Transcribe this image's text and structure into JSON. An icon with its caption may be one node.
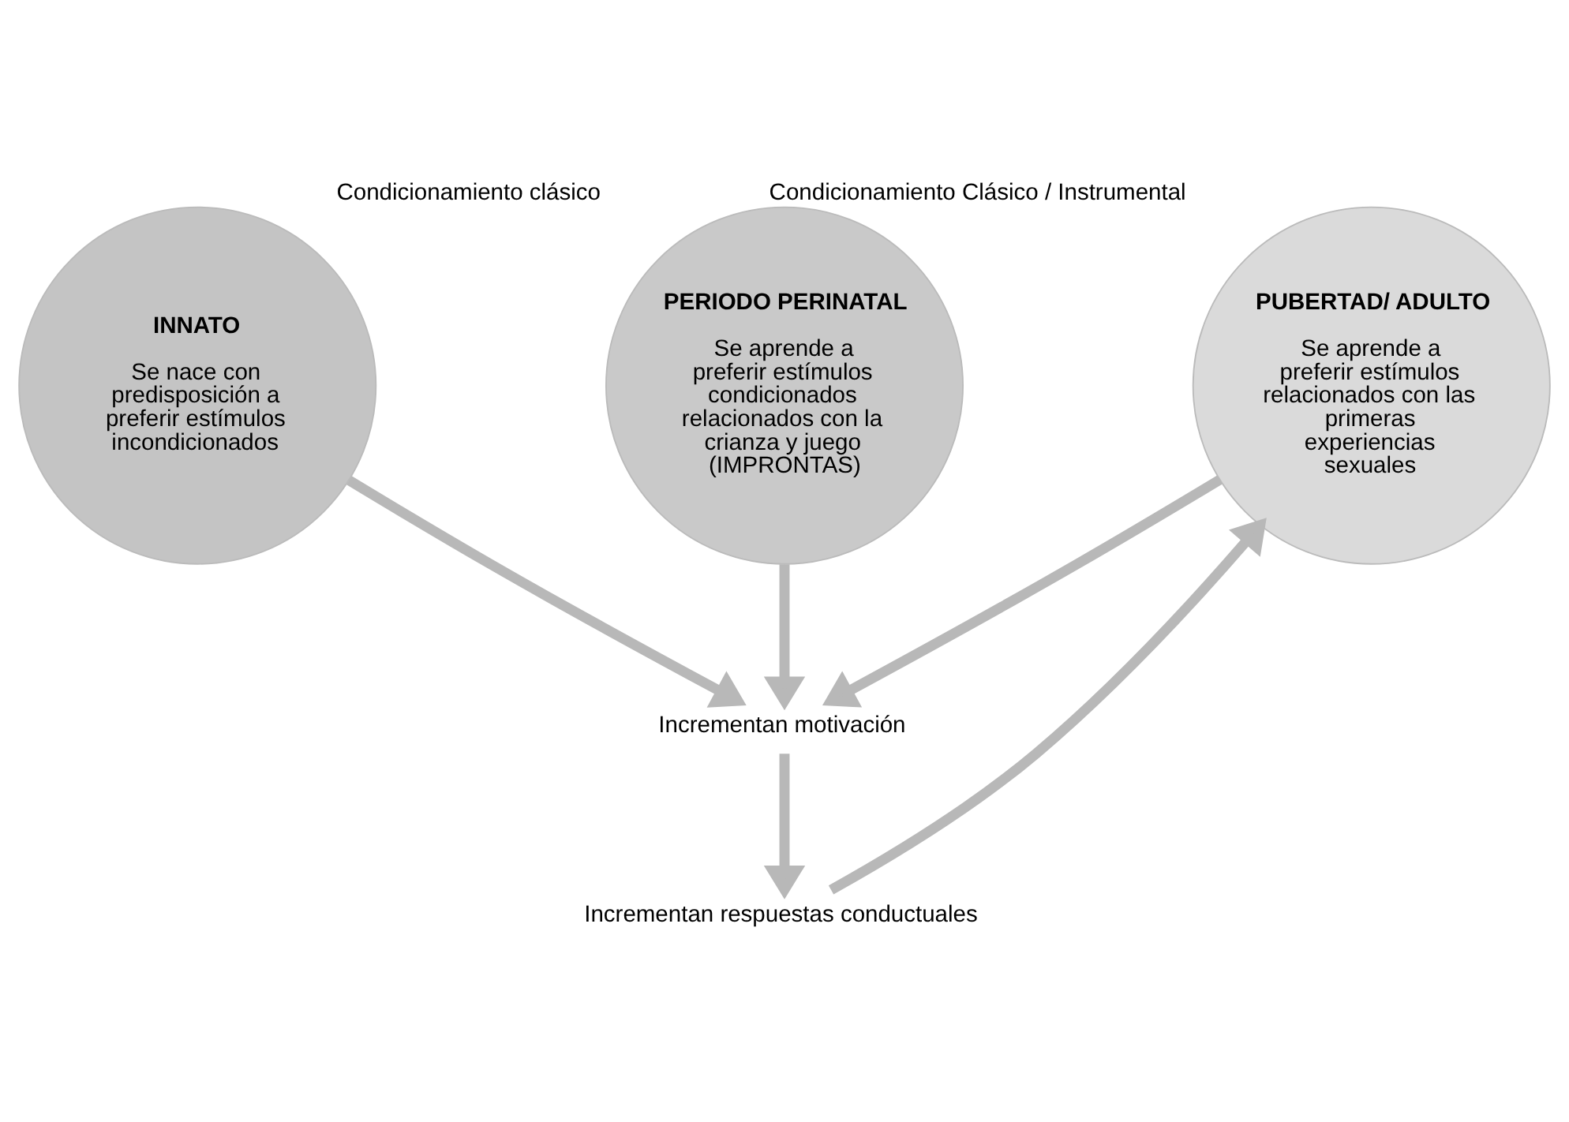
{
  "diagram": {
    "nodes": [
      {
        "text": [
          "INNATO",
          "Se nace con predisposición a preferir estímulos incondicionados"
        ]
      },
      {
        "text": [
          "PERIODO PERINATAL",
          "Se aprende a preferir estímulos condicionados relacionados con la crianza y juego (IMPRONTAS)"
        ],
        "beside": [
          "Condicionamiento clásico"
        ]
      },
      {
        "text": [
          "PUBERTAD/ ADULTO",
          "Se aprende a preferir estímulos relacionados con las primeras experiencias sexuales"
        ],
        "beside": [
          "Condicionamiento Clásico / Instrumental"
        ]
      },
      {
        "text": [
          "Incrementan motivación"
        ]
      },
      {
        "text": [
          "Incrementan respuestas conductuales"
        ]
      }
    ],
    "edges": [
      {
        "from": 0,
        "to": 3,
        "arrow": "to"
      },
      {
        "from": 1,
        "to": 3,
        "arrow": "to"
      },
      {
        "from": 2,
        "to": 3,
        "arrow": "to"
      },
      {
        "from": 3,
        "to": 4,
        "arrow": "to"
      },
      {
        "from": 4,
        "to": 2,
        "arrow": "to"
      }
    ]
  }
}
